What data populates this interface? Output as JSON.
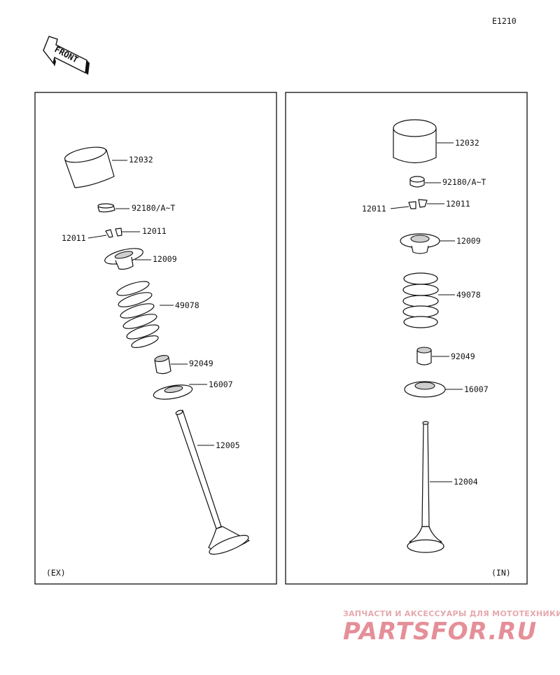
{
  "diagram_code": "E1210",
  "front_arrow_label": "FRONT",
  "panels": {
    "exhaust": {
      "tag": "(EX)",
      "labels": {
        "tappet": "12032",
        "shim": "92180/A~T",
        "cotter_left": "12011",
        "cotter_right": "12011",
        "retainer": "12009",
        "spring": "49078",
        "seal": "92049",
        "seat": "16007",
        "valve": "12005"
      }
    },
    "intake": {
      "tag": "(IN)",
      "labels": {
        "tappet": "12032",
        "shim": "92180/A~T",
        "cotter_left": "12011",
        "cotter_right": "12011",
        "retainer": "12009",
        "spring": "49078",
        "seal": "92049",
        "seat": "16007",
        "valve": "12004"
      }
    }
  },
  "watermark": {
    "tagline": "ЗАПЧАСТИ И АКСЕССУАРЫ ДЛЯ МОТОТЕХНИКИ",
    "brand": "PARTSFOR.RU"
  }
}
